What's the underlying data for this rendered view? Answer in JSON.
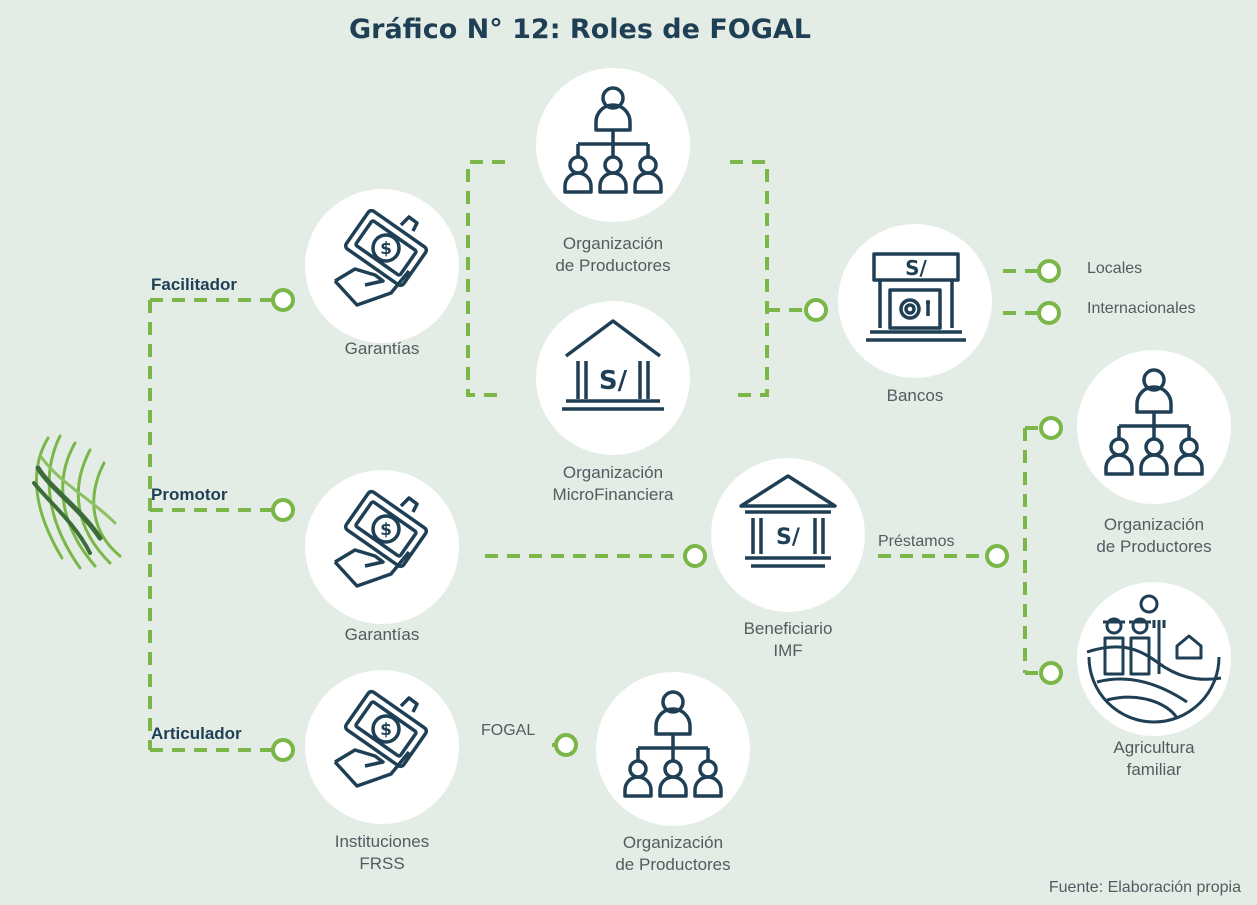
{
  "title": "Gráfico N° 12: Roles de FOGAL",
  "roles": {
    "facilitador": "Facilitador",
    "promotor": "Promotor",
    "articulador": "Articulador"
  },
  "nodes": {
    "garantias_1": "Garantías",
    "org_productores_top": [
      "Organización",
      "de Productores"
    ],
    "org_microfinanciera": [
      "Organización",
      "MicroFinanciera"
    ],
    "bancos": "Bancos",
    "locales": "Locales",
    "internacionales": "Internacionales",
    "garantias_2": "Garantías",
    "beneficiario": [
      "Beneficiario",
      "IMF"
    ],
    "prestamos": "Préstamos",
    "org_productores_right": [
      "Organización",
      "de Productores"
    ],
    "agricultura": [
      "Agricultura",
      "familiar"
    ],
    "instituciones": [
      "Instituciones",
      "FRSS"
    ],
    "fogal": "FOGAL",
    "org_productores_bottom": [
      "Organización",
      "de Productores"
    ]
  },
  "icon_text": {
    "currency": "S/",
    "dollar": "$"
  },
  "colors": {
    "background": "#e3ede6",
    "accent_green": "#7ab648",
    "title": "#1f3f55",
    "icon": "#1f3f55"
  },
  "source": "Fuente: Elaboración propia"
}
